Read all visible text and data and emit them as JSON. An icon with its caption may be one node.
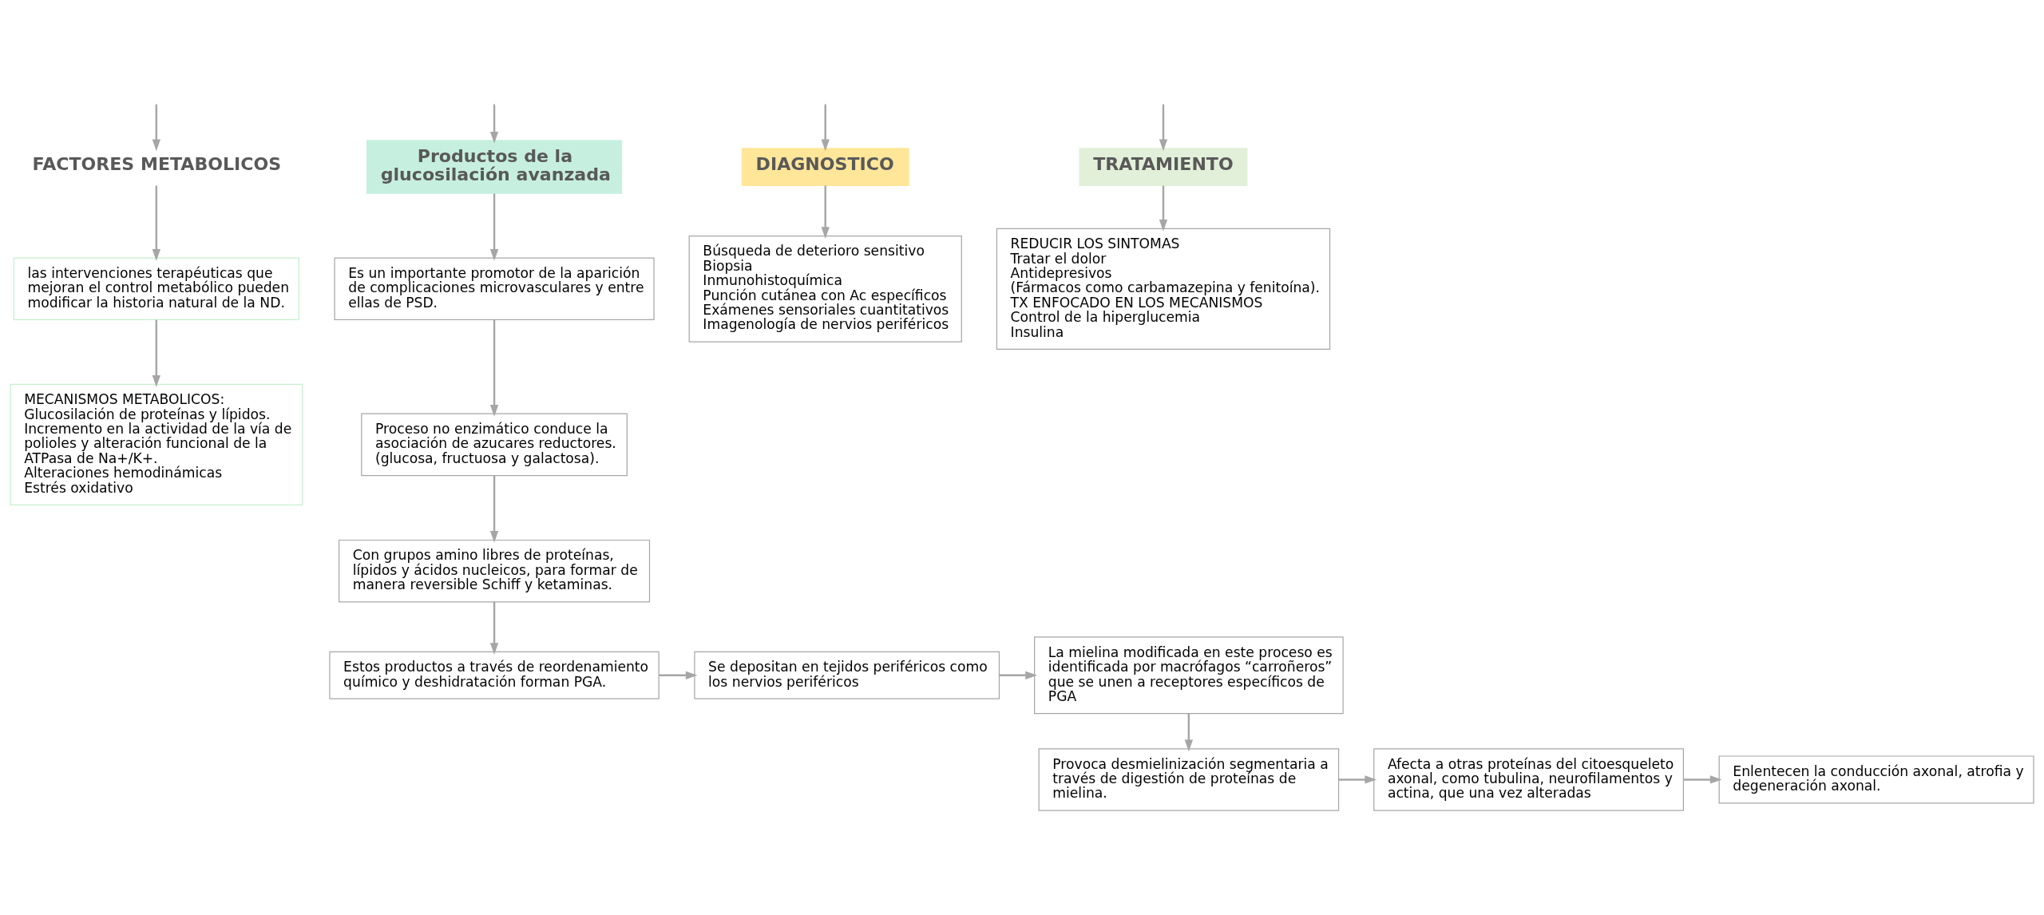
{
  "diagram": {
    "nodes": [
      {
        "text": [
          "FACTORES METABOLICOS"
        ]
      },
      {
        "text": [
          "Productos de la glucosilación avanzada"
        ]
      },
      {
        "text": [
          "DIAGNOSTICO"
        ]
      },
      {
        "text": [
          "TRATAMIENTO"
        ]
      },
      {
        "text": [
          "las intervenciones terapéuticas que mejoran el control metabólico pueden modificar la historia natural de la ND."
        ]
      },
      {
        "text": [
          "MECANISMOS METABOLICOS:",
          "Glucosilación de proteínas y lípidos.",
          "Incremento en la actividad de la vía de polioles y alteración funcional de la ATPasa de Na+/K+.",
          "Alteraciones hemodinámicas",
          "Estrés oxidativo"
        ]
      },
      {
        "text": [
          "Es un importante promotor de la aparición de complicaciones microvasculares y entre ellas de PSD."
        ]
      },
      {
        "text": [
          "Proceso no enzimático conduce la asociación de azucares reductores. (glucosa, fructuosa y galactosa)."
        ]
      },
      {
        "text": [
          "Con grupos amino libres de proteínas, lípidos y ácidos nucleicos, para formar de manera reversible Schiff y ketaminas."
        ]
      },
      {
        "text": [
          "Estos productos a través de reordenamiento químico y deshidratación forman PGA."
        ]
      },
      {
        "text": [
          "Se depositan en tejidos periféricos como los nervios periféricos"
        ]
      },
      {
        "text": [
          "La mielina modificada en este proceso es identificada por macrófagos “carroñeros” que se unen a receptores específicos de PGA"
        ]
      },
      {
        "text": [
          "Provoca desmielinización segmentaria a través de digestión de proteínas de mielina."
        ]
      },
      {
        "text": [
          "Afecta a otras proteínas del citoesqueleto axonal, como tubulina, neurofilamentos y actina, que una vez alteradas"
        ]
      },
      {
        "text": [
          "Enlentecen la conducción axonal, atrofia y degeneración axonal."
        ]
      },
      {
        "text": [
          "Búsqueda de deterioro sensitivo",
          "Biopsia",
          "Inmunohistoquímica",
          "Punción cutánea con Ac específicos",
          "Exámenes sensoriales cuantitativos",
          "Imagenología de nervios periféricos"
        ]
      },
      {
        "text": [
          "REDUCIR LOS SINTOMAS",
          "Tratar el dolor",
          "Antidepresivos",
          "(Fármacos como carbamazepina y fenitoína).",
          "TX ENFOCADO EN LOS MECANISMOS",
          "Control de la hiperglucemia",
          "Insulina"
        ]
      }
    ],
    "edges": [
      {
        "from": null,
        "to": 0,
        "arrow": "to"
      },
      {
        "from": null,
        "to": 1,
        "arrow": "to"
      },
      {
        "from": null,
        "to": 2,
        "arrow": "to"
      },
      {
        "from": null,
        "to": 3,
        "arrow": "to"
      },
      {
        "from": 0,
        "to": 4,
        "arrow": "to"
      },
      {
        "from": 4,
        "to": 5,
        "arrow": "to"
      },
      {
        "from": 1,
        "to": 6,
        "arrow": "to"
      },
      {
        "from": 6,
        "to": 7,
        "arrow": "to"
      },
      {
        "from": 7,
        "to": 8,
        "arrow": "to"
      },
      {
        "from": 8,
        "to": 9,
        "arrow": "to"
      },
      {
        "from": 9,
        "to": 10,
        "arrow": "to"
      },
      {
        "from": 10,
        "to": 11,
        "arrow": "to"
      },
      {
        "from": 11,
        "to": 12,
        "arrow": "to"
      },
      {
        "from": 12,
        "to": 13,
        "arrow": "to"
      },
      {
        "from": 13,
        "to": 14,
        "arrow": "to"
      },
      {
        "from": 2,
        "to": 15,
        "arrow": "to"
      },
      {
        "from": 3,
        "to": 16,
        "arrow": "to"
      }
    ]
  }
}
